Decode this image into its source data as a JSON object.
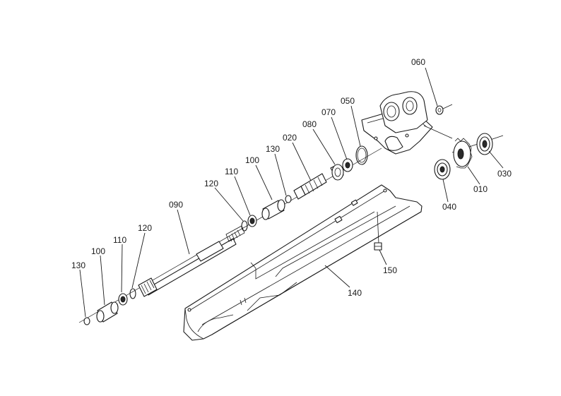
{
  "callouts": [
    {
      "id": "060",
      "label": "060"
    },
    {
      "id": "050",
      "label": "050"
    },
    {
      "id": "070",
      "label": "070"
    },
    {
      "id": "080",
      "label": "080"
    },
    {
      "id": "020",
      "label": "020"
    },
    {
      "id": "130a",
      "label": "130"
    },
    {
      "id": "100a",
      "label": "100"
    },
    {
      "id": "110a",
      "label": "110"
    },
    {
      "id": "120a",
      "label": "120"
    },
    {
      "id": "090",
      "label": "090"
    },
    {
      "id": "120b",
      "label": "120"
    },
    {
      "id": "110b",
      "label": "110"
    },
    {
      "id": "100b",
      "label": "100"
    },
    {
      "id": "130b",
      "label": "130"
    },
    {
      "id": "030",
      "label": "030"
    },
    {
      "id": "010",
      "label": "010"
    },
    {
      "id": "040",
      "label": "040"
    },
    {
      "id": "150",
      "label": "150"
    },
    {
      "id": "140",
      "label": "140"
    }
  ]
}
